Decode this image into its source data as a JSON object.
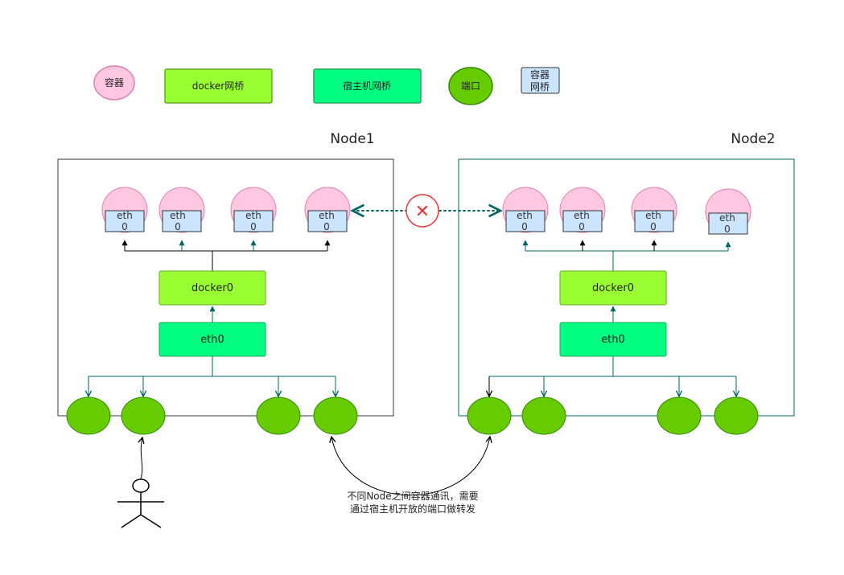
{
  "legend": {
    "container": "容器",
    "docker_bridge": "docker网桥",
    "host_bridge": "宿主机网桥",
    "port": "端口",
    "container_bridge_line1": "容器",
    "container_bridge_line2": "网桥"
  },
  "nodes": [
    {
      "title": "Node1",
      "container_label_line1": "eth",
      "container_label_line2": "0",
      "docker_bridge": "docker0",
      "host_bridge": "eth0"
    },
    {
      "title": "Node2",
      "container_label_line1": "eth",
      "container_label_line2": "0",
      "docker_bridge": "docker0",
      "host_bridge": "eth0"
    }
  ],
  "blocked_symbol": "✕",
  "note": {
    "line1": "不同Node之间容器通讯，需要",
    "line2": "通过宿主机开放的端口做转发"
  },
  "colors": {
    "container_fill": "#ffc7e0",
    "container_stroke": "#e27faf",
    "docker_bridge_fill": "#99ff33",
    "docker_bridge_stroke": "#66aa22",
    "host_bridge_fill": "#00ff80",
    "host_bridge_stroke": "#22aa55",
    "port_fill": "#66cc00",
    "port_stroke": "#338800",
    "vbridge_fill": "#cce5ff",
    "teal": "#006666",
    "blocked": "#ee3333"
  }
}
